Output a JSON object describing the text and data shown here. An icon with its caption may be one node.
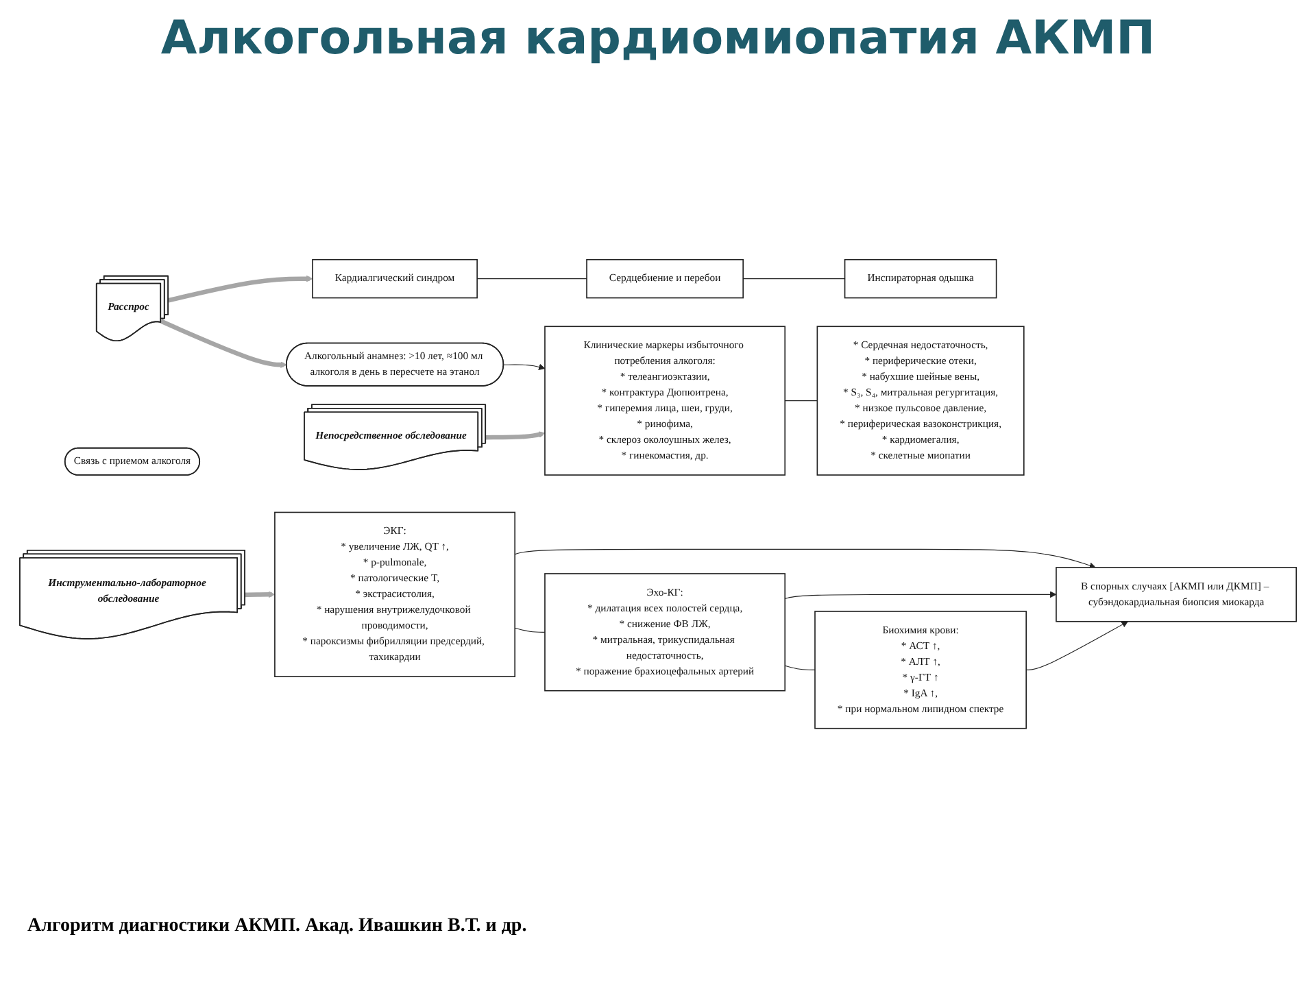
{
  "diagram": {
    "title": "Алкогольная кардиомиопатия АКМП",
    "caption": "Алгоритм диагностики АКМП. Акад. Ивашкин В.Т. и др.",
    "nodes": [
      {
        "text": [
          "Расспрос"
        ]
      },
      {
        "text": [
          "Кардиалгический синдром"
        ]
      },
      {
        "text": [
          "Сердцебиение и перебои"
        ]
      },
      {
        "text": [
          "Инспираторная одышка"
        ]
      },
      {
        "text": [
          "Связь с приемом алкоголя"
        ]
      },
      {
        "text": [
          "Алкогольный анамнез: >10 лет, ≈100 мл алкоголя в день в пересчете на этанол"
        ]
      },
      {
        "text": [
          "Непосредственное обследование"
        ]
      },
      {
        "text": [
          "Клинические маркеры избыточного потребления алкоголя:",
          "* телеангиоэктазии,",
          "* контрактура Дюпюитрена,",
          "* гиперемия лица, шеи, груди,",
          "* ринофима,",
          "* склероз околоушных желез,",
          "* гинекомастия, др."
        ]
      },
      {
        "text": [
          "* Сердечная недостаточность,",
          "* периферические отеки,",
          "* набухшие шейные вены,",
          "* S₃, S₄, митральная регургитация,",
          "* низкое пульсовое давление,",
          "* периферическая вазоконстрикция,",
          "* кардиомегалия,",
          "* скелетные миопатии"
        ]
      },
      {
        "text": [
          "Инструментально-лабораторное обследование"
        ]
      },
      {
        "text": [
          "ЭКГ:",
          "* увеличение ЛЖ, QT ↑,",
          "* p-pulmonale,",
          "* патологические T,",
          "* экстрасистолия,",
          "* нарушения внутрижелудочковой проводимости,",
          "* пароксизмы фибрилляции предсердий, тахикардии"
        ]
      },
      {
        "text": [
          "Эхо-КГ:",
          "* дилатация всех полостей сердца,",
          "* снижение ФВ ЛЖ,",
          "* митральная, трикуспидальная недостаточность,",
          "* поражение брахиоцефальных артерий"
        ]
      },
      {
        "text": [
          "Биохимия крови:",
          "* АСТ ↑,",
          "* АЛТ ↑,",
          "* γ-ГТ ↑",
          "* IgA ↑,",
          "* при нормальном липидном спектре"
        ]
      },
      {
        "text": [
          "В спорных случаях [АКМП или ДКМП] – субэндокардиальная биопсия миокарда"
        ]
      }
    ],
    "edges": [
      {
        "from": 0,
        "to": 1,
        "arrow": "to",
        "style": "thick",
        "color": "#a6a6a6"
      },
      {
        "from": 0,
        "to": 5,
        "arrow": "to",
        "style": "thick",
        "color": "#a6a6a6"
      },
      {
        "from": 1,
        "to": 2,
        "arrow": "none"
      },
      {
        "from": 2,
        "to": 3,
        "arrow": "none"
      },
      {
        "from": 5,
        "to": 7,
        "arrow": "to"
      },
      {
        "from": 6,
        "to": 7,
        "arrow": "to",
        "style": "thick",
        "color": "#a6a6a6"
      },
      {
        "from": 7,
        "to": 8,
        "arrow": "none"
      },
      {
        "from": 9,
        "to": 10,
        "arrow": "to",
        "style": "thick",
        "color": "#a6a6a6"
      },
      {
        "from": 10,
        "to": 11,
        "arrow": "none"
      },
      {
        "from": 11,
        "to": 12,
        "arrow": "none"
      },
      {
        "from": 10,
        "to": 13,
        "arrow": "to"
      },
      {
        "from": 11,
        "to": 13,
        "arrow": "to"
      },
      {
        "from": 12,
        "to": 13,
        "arrow": "to"
      }
    ]
  }
}
